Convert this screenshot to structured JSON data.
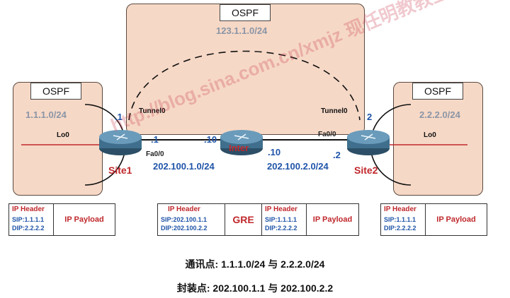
{
  "zones": {
    "left": {
      "protocol": "OSPF",
      "network": "1.1.1.0/24",
      "loopback": "Lo0"
    },
    "center": {
      "protocol": "OSPF",
      "network": "123.1.1.0/24"
    },
    "right": {
      "protocol": "OSPF",
      "network": "2.2.2.0/24",
      "loopback": "Lo0"
    }
  },
  "routers": {
    "site1": {
      "name": "Site1",
      "tunnel": "Tunnel0",
      "tunnel_ip": ".1",
      "iface": "Fa0/0",
      "iface_ip": ".1"
    },
    "inter": {
      "name": "Inter",
      "left_ip": ".10",
      "right_ip": ".10"
    },
    "site2": {
      "name": "Site2",
      "tunnel": "Tunnel0",
      "tunnel_ip": "2",
      "iface": "Fa0/0",
      "iface_ip": ".2"
    }
  },
  "links": {
    "left_subnet": "202.100.1.0/24",
    "right_subnet": "202.100.2.0/24"
  },
  "packets": {
    "left": {
      "header": "IP Header",
      "sip": "SIP:1.1.1.1",
      "dip": "DIP:2.2.2.2",
      "payload": "IP Payload"
    },
    "center": {
      "outer_header": "IP Header",
      "outer_sip": "SIP:202.100.1.1",
      "outer_dip": "DIP:202.100.2.2",
      "gre": "GRE",
      "inner_header": "IP Header",
      "inner_sip": "SIP:1.1.1.1",
      "inner_dip": "DIP:2.2.2.2",
      "payload": "IP Payload"
    },
    "right": {
      "header": "IP Header",
      "sip": "SIP:1.1.1.1",
      "dip": "DIP:2.2.2.2",
      "payload": "IP Payload"
    }
  },
  "captions": {
    "comm": "通讯点: 1.1.1.0/24 与 2.2.2.0/24",
    "encap": "封装点: 202.100.1.1 与 202.100.2.2"
  },
  "watermark": "http://blog.sina.com.cn/xmjz 现任明教教主",
  "colors": {
    "zone_fill": "#f6d8c6",
    "accent_red": "#c0282c",
    "accent_blue": "#1f54a8",
    "loopback_line": "#c0282c"
  }
}
